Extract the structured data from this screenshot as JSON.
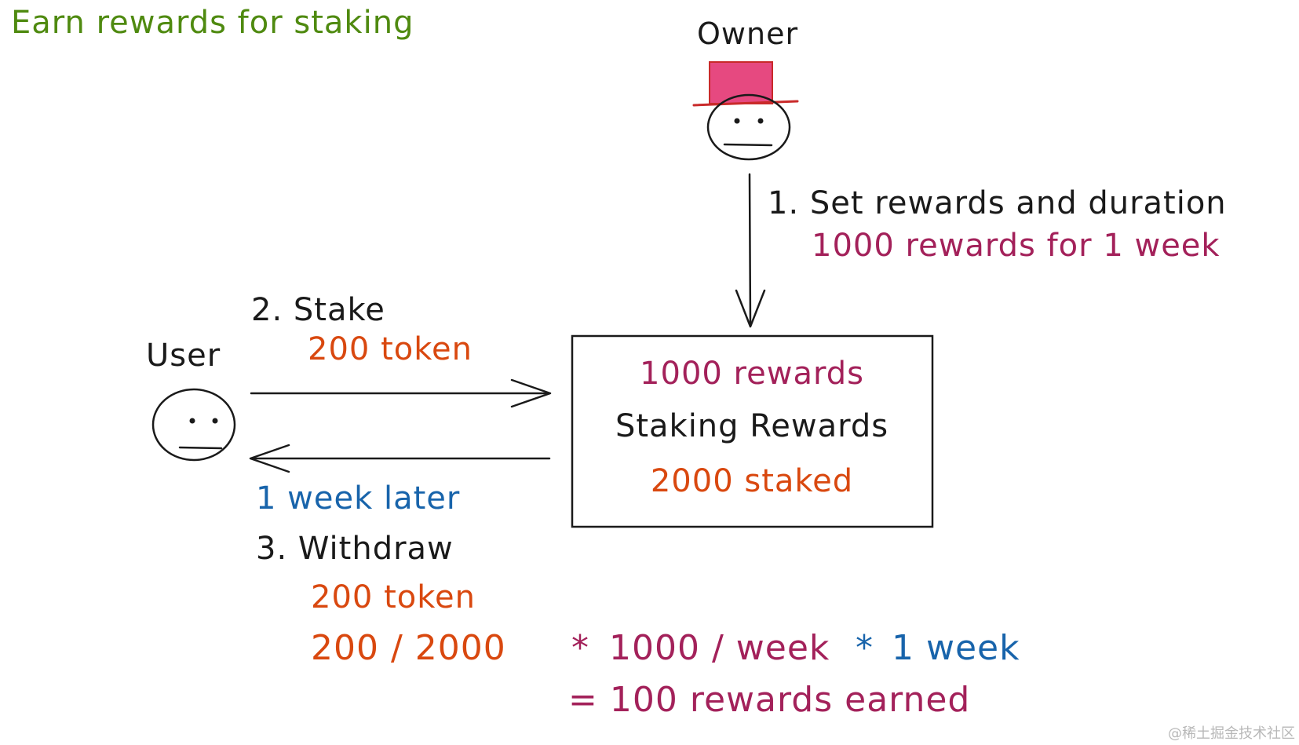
{
  "title": "Earn rewards for staking",
  "owner": {
    "label": "Owner"
  },
  "user": {
    "label": "User"
  },
  "step1": {
    "label": "1. Set rewards and duration",
    "detail": "1000 rewards for 1 week"
  },
  "step2": {
    "label": "2. Stake",
    "detail": "200 token"
  },
  "contract": {
    "rewards": "1000 rewards",
    "name": "Staking Rewards",
    "staked": "2000 staked"
  },
  "step3": {
    "later": "1 week later",
    "label": "3. Withdraw",
    "detail": "200 token",
    "formula": {
      "a": "200 / 2000",
      "op1": "*",
      "b": "1000 / week",
      "op2": "*",
      "c": "1 week"
    },
    "result": "= 100 rewards earned"
  },
  "watermark": "@稀土掘金技术社区",
  "colors": {
    "title": "#4f8a10",
    "ink": "#1a1a1a",
    "rewards": "#a3215a",
    "token": "#d9480f",
    "time": "#1864ab",
    "hat": "#e64980",
    "hat_outline": "#c92a2a"
  }
}
